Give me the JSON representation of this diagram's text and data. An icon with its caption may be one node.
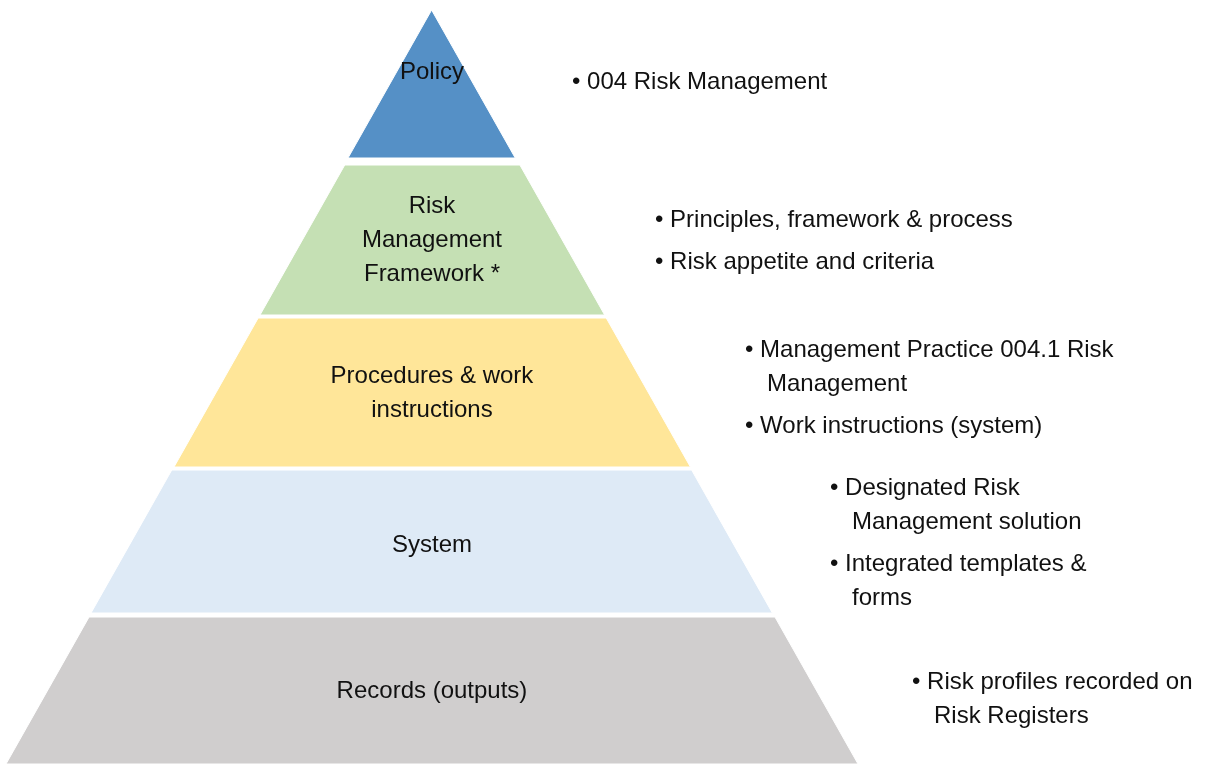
{
  "diagram": {
    "nodes": [
      {
        "text": [
          "Policy"
        ],
        "beside": [
          "• 004 Risk Management"
        ]
      },
      {
        "text": [
          "Risk Management Framework *"
        ],
        "beside": [
          "• Principles, framework & process",
          "• Risk appetite and criteria"
        ]
      },
      {
        "text": [
          "Procedures & work instructions"
        ],
        "beside": [
          "• Management Practice 004.1 Risk Management",
          "• Work instructions (system)"
        ]
      },
      {
        "text": [
          "System"
        ],
        "beside": [
          "• Designated Risk Management solution",
          "• Integrated templates & forms"
        ]
      },
      {
        "text": [
          "Records (outputs)"
        ],
        "beside": [
          "• Risk profiles recorded on Risk Registers"
        ]
      }
    ]
  }
}
